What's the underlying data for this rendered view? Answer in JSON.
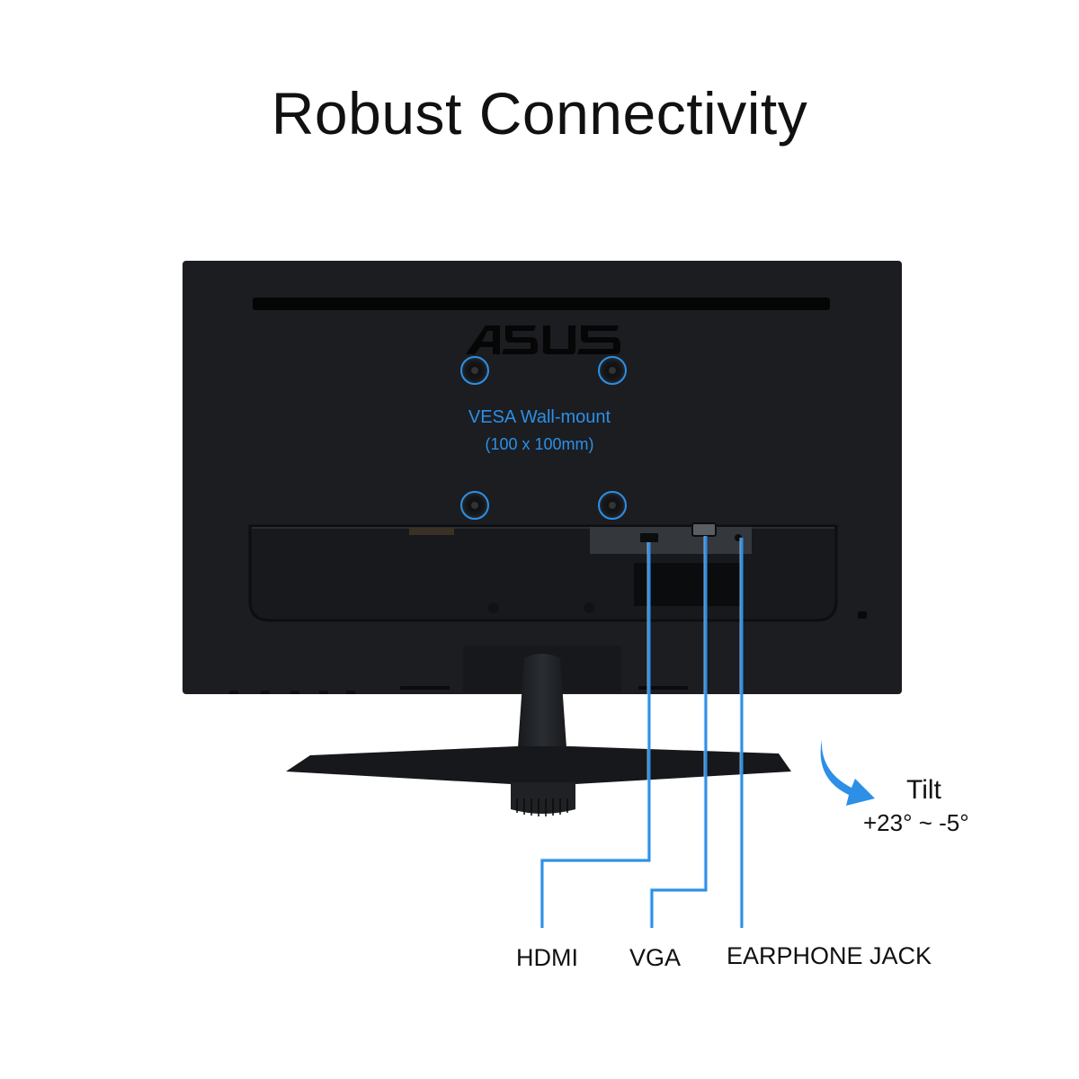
{
  "heading": "Robust Connectivity",
  "logo": "ASUS",
  "vesa": {
    "line1": "VESA Wall-mount",
    "line2": "(100 x 100mm)"
  },
  "ports": [
    {
      "label": "HDMI"
    },
    {
      "label": "VGA"
    },
    {
      "label": "EARPHONE JACK"
    }
  ],
  "tilt": {
    "label": "Tilt",
    "range": "+23° ~ -5°"
  },
  "colors": {
    "accent": "#2d8fe6",
    "monitor": "#1b1d21"
  }
}
